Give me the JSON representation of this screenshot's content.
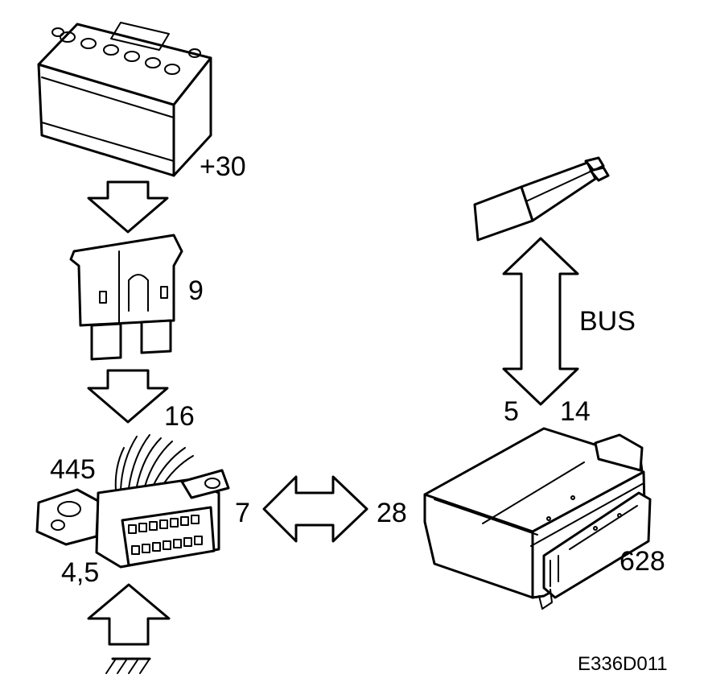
{
  "labels": {
    "battery_terminal": "+30",
    "fuse": "9",
    "wire_16": "16",
    "wire_445": "445",
    "ground_pins": "4,5",
    "connector_pin": "7",
    "module_pin": "28",
    "bus": "BUS",
    "bus_pin_5": "5",
    "bus_pin_14": "14",
    "module": "628",
    "figure_code": "E336D011"
  },
  "components": {
    "battery": "battery-icon",
    "fuse": "fuse-icon",
    "diagnostic_connector": "obd-connector-icon",
    "control_module": "control-module-icon",
    "bus_cable": "bus-cable-icon",
    "ground": "ground-icon"
  }
}
